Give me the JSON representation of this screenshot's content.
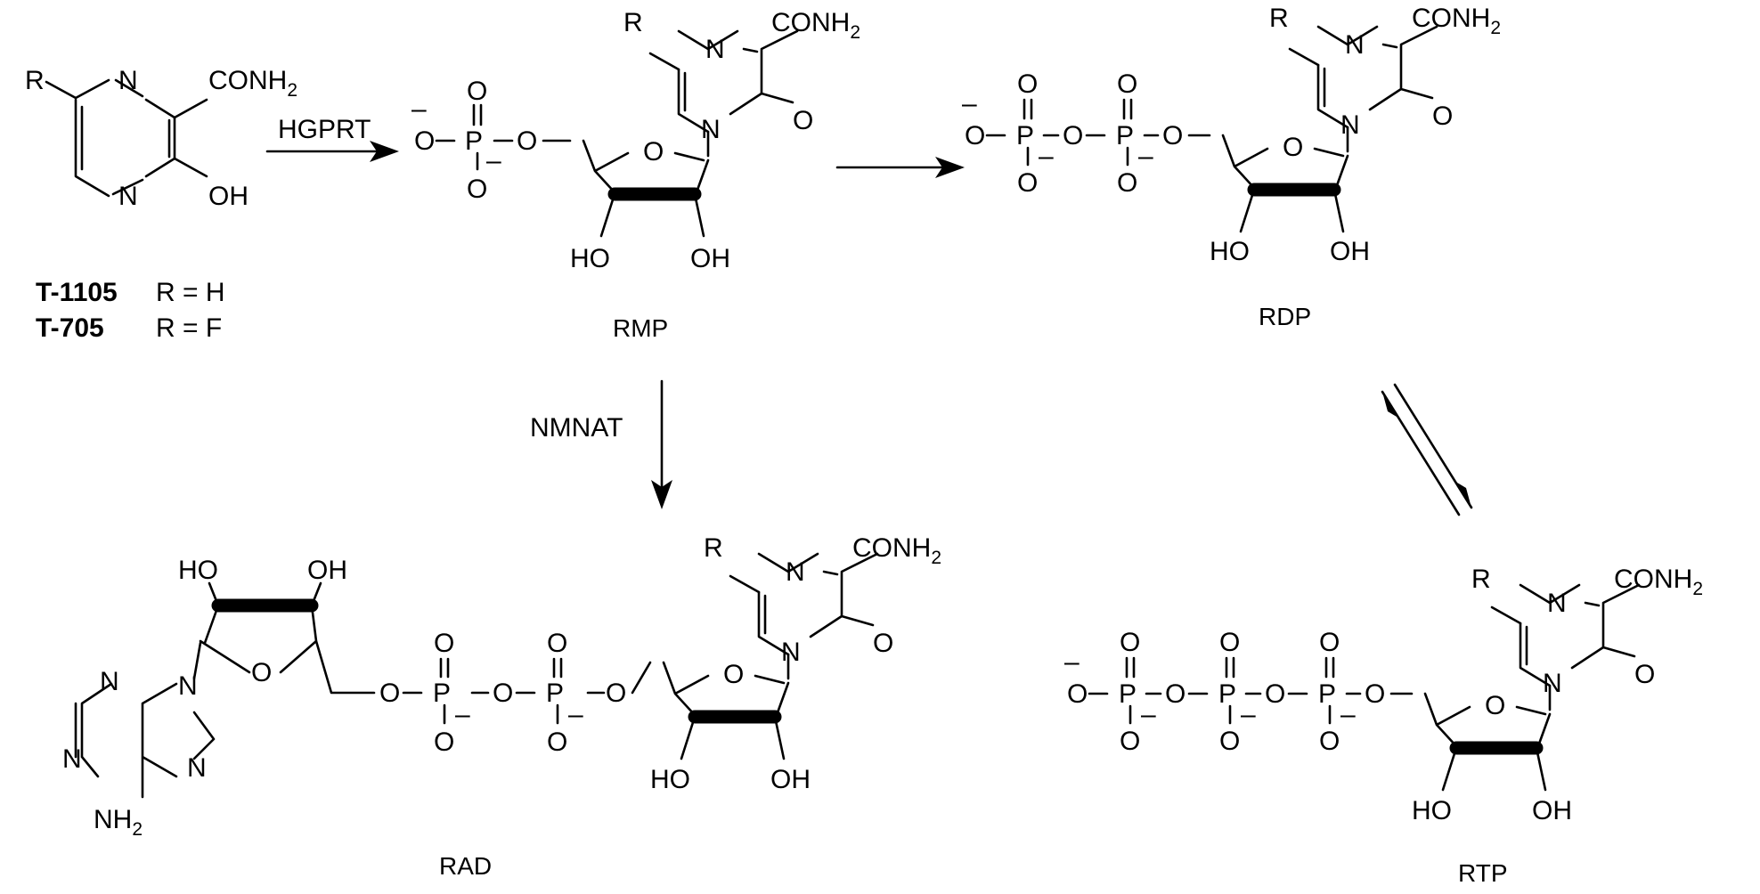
{
  "compounds": {
    "t_series": {
      "r": "R",
      "n1": "N",
      "n2": "N",
      "conh": "CONH",
      "oh": "OH",
      "name1": "T-1105",
      "cond1": "R = H",
      "name2": "T-705",
      "cond2": "R = F"
    },
    "rmp": {
      "caption": "RMP",
      "r": "R",
      "n1": "N",
      "n2": "N",
      "conh": "CONH",
      "o_keto": "O",
      "o_ring": "O",
      "ho": "HO",
      "oh": "OH",
      "phos": [
        "O",
        "P",
        "O",
        "O",
        "O"
      ],
      "minus": "–"
    },
    "rdp": {
      "caption": "RDP",
      "r": "R",
      "n1": "N",
      "n2": "N",
      "conh": "CONH",
      "o_keto": "O",
      "o_ring": "O",
      "ho": "HO",
      "oh": "OH",
      "phos": [
        "O",
        "P",
        "O",
        "P",
        "O"
      ],
      "minus": "–"
    },
    "rtp": {
      "caption": "RTP",
      "r": "R",
      "n1": "N",
      "n2": "N",
      "conh": "CONH",
      "o_keto": "O",
      "o_ring": "O",
      "ho": "HO",
      "oh": "OH",
      "phos": [
        "O",
        "P",
        "O",
        "P",
        "O",
        "P",
        "O"
      ],
      "minus": "–"
    },
    "rad": {
      "caption": "RAD",
      "r": "R",
      "n1": "N",
      "n2": "N",
      "conh": "CONH",
      "o_keto": "O",
      "o_ring": "O",
      "ho": "HO",
      "oh": "OH",
      "phos": [
        "O",
        "P",
        "O",
        "P",
        "O"
      ],
      "adenine": {
        "n_a": "N",
        "n_b": "N",
        "n_c": "N",
        "n_d": "N",
        "nh": "NH"
      },
      "ribose2": {
        "ho": "HO",
        "oh": "OH",
        "o_ring": "O"
      },
      "minus": "–"
    }
  },
  "subscript_2": "2",
  "enzymes": {
    "hgprt": "HGPRT",
    "nmnat": "NMNAT"
  }
}
